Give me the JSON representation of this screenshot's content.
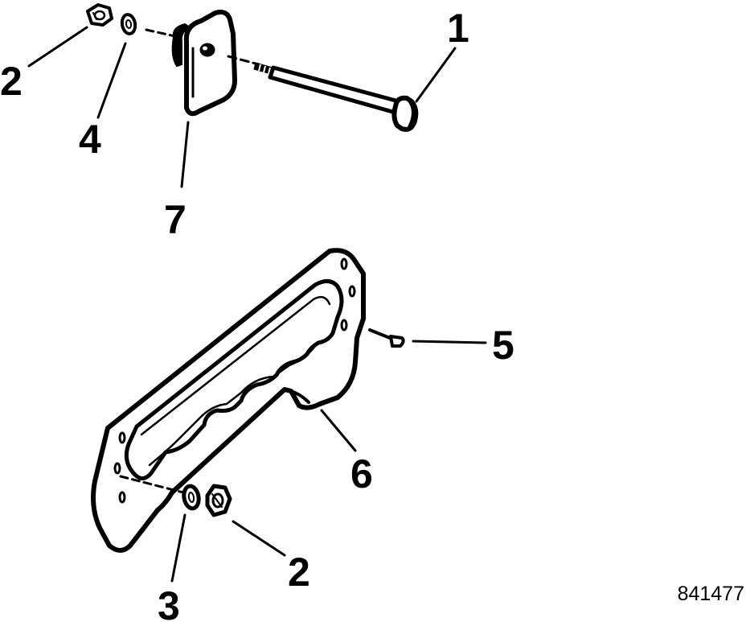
{
  "diagram": {
    "figure_id": "841477",
    "callouts": [
      {
        "id": "c1",
        "label": "1"
      },
      {
        "id": "c2a",
        "label": "2"
      },
      {
        "id": "c4",
        "label": "4"
      },
      {
        "id": "c7",
        "label": "7"
      },
      {
        "id": "c5",
        "label": "5"
      },
      {
        "id": "c6",
        "label": "6"
      },
      {
        "id": "c2b",
        "label": "2"
      },
      {
        "id": "c3",
        "label": "3"
      }
    ],
    "parts": [
      {
        "id": "1",
        "name": "bolt"
      },
      {
        "id": "2",
        "name": "nut"
      },
      {
        "id": "3",
        "name": "washer"
      },
      {
        "id": "4",
        "name": "washer"
      },
      {
        "id": "5",
        "name": "screw"
      },
      {
        "id": "6",
        "name": "plate"
      },
      {
        "id": "7",
        "name": "clamp-plate"
      }
    ]
  }
}
